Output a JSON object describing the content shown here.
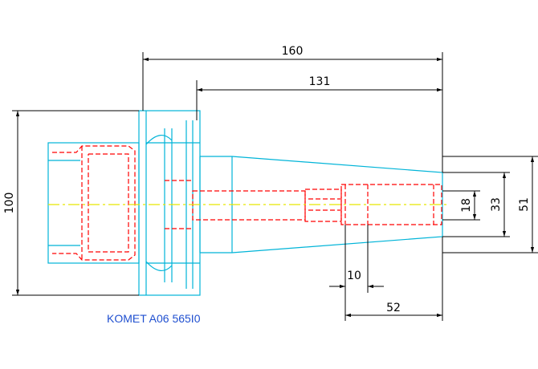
{
  "drawing": {
    "part_number": "KOMET A06 565I0",
    "dimensions": {
      "overall_length": "160",
      "taper_length": "131",
      "flange_diameter": "100",
      "nose_diameter": "51",
      "bore_diameter": "33",
      "inner_diameter": "18",
      "detail_width": "10",
      "detail_length": "52"
    }
  },
  "colors": {
    "outline": "#00b4d8",
    "hidden_lines": "#ff0000",
    "center_line": "#e6e600",
    "dimensions": "#000000",
    "label": "#2050d0"
  }
}
